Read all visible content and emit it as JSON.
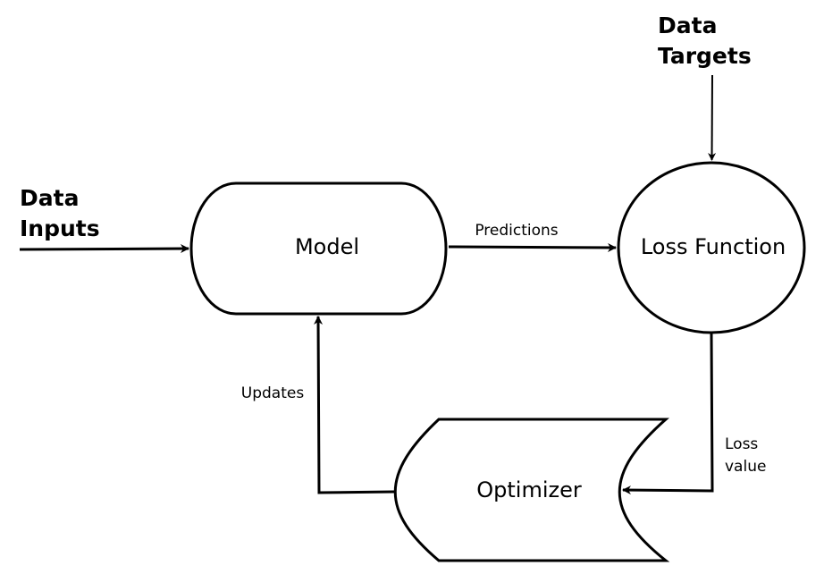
{
  "nodes": {
    "model": "Model",
    "loss_function": "Loss Function",
    "optimizer": "Optimizer"
  },
  "inputs": {
    "data_inputs": [
      "Data",
      "Inputs"
    ],
    "data_targets": [
      "Data",
      "Targets"
    ]
  },
  "edges": {
    "predictions": "Predictions",
    "loss_value": [
      "Loss",
      "value"
    ],
    "updates": "Updates"
  }
}
